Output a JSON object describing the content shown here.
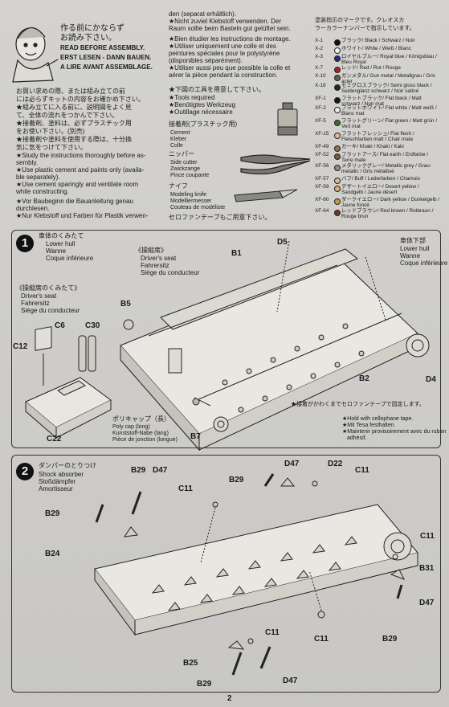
{
  "intro": {
    "jp_title_1": "作る前にかならず",
    "jp_title_2": "お読み下さい。",
    "en": "READ BEFORE ASSEMBLY.",
    "de": "ERST LESEN - DANN BAUEN.",
    "fr": "A LIRE AVANT ASSEMBLAGE.",
    "jp_body": [
      "お買い求めの際、または組み立ての前",
      "には必らずキットの内容をお確かめ下さい。",
      "★組み立てに入る前に、説明図をよく見",
      "て、全体の流れをつかんで下さい。",
      "★接着剤、塗料は、必ずプラスチック用",
      "をお使い下さい。(別売)",
      "★接着剤や塗料を使用する際は、十分換",
      "気に気をつけて下さい。"
    ],
    "en_body": [
      "★Study the instructions thoroughly before as-",
      "sembly.",
      "★Use plastic cement and paints only (availa-",
      "ble separately).",
      "★Use cement sparingly and ventilate room",
      "while constructing."
    ],
    "de_body": [
      "★Vor Baubeginn die Bauanleitung genau",
      "durchlesen.",
      "★Nur Klebstoff und Farben für Plastik verwen-"
    ]
  },
  "middle": {
    "de_cont": [
      "den (separat erhältlich).",
      "★Nicht zuviel Klebstoff verwenden. Der",
      "Raum sollte beim Basteln gut gelüftet sein."
    ],
    "fr_body": [
      "★Bien étudier les instructions de montage.",
      "★Utiliser uniquement une colle et des",
      "peintures spéciales pour le polystyrène",
      "(disponibles séparément).",
      "★Utiliser aussi peu que possible la colle et",
      "aérer la pièce pendant la construction."
    ],
    "tools_jp": "★下図の工具を用意して下さい。",
    "tools_en": "★Tools required",
    "tools_de": "★Benötigtes Werkzeug",
    "tools_fr": "★Outillage nécessaire",
    "cement_jp": "接着剤(プラスチック用)",
    "cement_en": "Cement",
    "cement_de": "Kleber",
    "cement_fr": "Colle",
    "cutter_jp": "ニッパー",
    "cutter_en": "Side cutter",
    "cutter_de": "Zwickzange",
    "cutter_fr": "Pince coupante",
    "knife_jp": "ナイフ",
    "knife_en": "Modeling knife",
    "knife_de": "Modelliermesser",
    "knife_fr": "Couteau de modéliste",
    "tape_jp": "セロファンテープもご用意下さい。"
  },
  "paints": {
    "header_1": "塗装指示のマークです。クレオスカ",
    "header_2": "ラーカラーナンバーで指示しています。",
    "rows": [
      {
        "code": "X-1",
        "color": "#111111",
        "name": "ブラック/ Black / Schwarz / Noir"
      },
      {
        "code": "X-2",
        "color": "#f4f4f4",
        "name": "ホワイト/ White / Weiß / Blanc"
      },
      {
        "code": "X-3",
        "color": "#1c2f8a",
        "name": "ロイヤルブルー/ Royal blue / Königsblau / Bleu Royal"
      },
      {
        "code": "X-7",
        "color": "#b51f1f",
        "name": "レッド/ Red / Rot / Rouge"
      },
      {
        "code": "X-10",
        "color": "#5f625c",
        "name": "ガンメタル/ Gun metal / Metallgrau / Gris acier"
      },
      {
        "code": "X-18",
        "color": "#262626",
        "name": "セミグロスブラック/ Semi gloss black / Seidenglanz schwarz / Noir satiné"
      },
      {
        "code": "XF-1",
        "color": "#151515",
        "name": "フラットブラック/ Flat black / Matt schwarz / Noir mat"
      },
      {
        "code": "XF-2",
        "color": "#ededed",
        "name": "フラットホワイト/ Flat white / Matt weiß / Blanc mat"
      },
      {
        "code": "XF-5",
        "color": "#3f6a34",
        "name": "フラットグリーン/ Flat green / Matt grün / Vert mat"
      },
      {
        "code": "XF-15",
        "color": "#e3b896",
        "name": "フラットフレッシュ/ Flat flesh / Fleischfarben matt / Chair mate"
      },
      {
        "code": "XF-49",
        "color": "#8a7a4a",
        "name": "カーキ/ Khaki / Khaki / Kaki"
      },
      {
        "code": "XF-52",
        "color": "#7a5a3a",
        "name": "フラットアース/ Flat earth / Erdfarbe / Terre mate"
      },
      {
        "code": "XF-56",
        "color": "#8c8c8c",
        "name": "メタリックグレー/ Metallic grey / Grau-metallic / Gris métallisé"
      },
      {
        "code": "XF-57",
        "color": "#d8c08a",
        "name": "バフ/ Buff / Lederfarben / Chamois"
      },
      {
        "code": "XF-59",
        "color": "#d4b06a",
        "name": "デザートイエロー/ Desert yellow / Sandgelb / Jaune désert"
      },
      {
        "code": "XF-60",
        "color": "#c79c3a",
        "name": "ダークイエロー/ Dark yellow / Dunkelgelb / Jaune foncé"
      },
      {
        "code": "XF-64",
        "color": "#6b3a26",
        "name": "レッドブラウン/ Red brown / Rotbraun / Rouge brun"
      }
    ]
  },
  "step1": {
    "number": "1",
    "title_jp": "車体のくみたて",
    "title_en": "Lower hull",
    "title_de": "Wanne",
    "title_fr": "Coque inférieure",
    "seat_jp": "《操縦席》",
    "seat_en": "Driver's seat",
    "seat_de": "Fahrersitz",
    "seat_fr": "Siège du conducteur",
    "seat2_jp": "《操縦席のくみたて》",
    "seat2_en": "Driver's seat",
    "seat2_de": "Fahrersitz",
    "seat2_fr": "Siège du conducteur",
    "hull_jp": "車体下部",
    "hull_en": "Lower hull",
    "hull_de": "Wanne",
    "hull_fr": "Coque inférieure",
    "poly_jp": "ポリキャップ（長）",
    "poly_en": "Poly cap (long)",
    "poly_de": "Kunststoff-Nabe (lang)",
    "poly_fr": "Pièce de jonction (longue)",
    "tape_jp": "★接着がかわくまでセロファンテープで固定します。",
    "tape_en": "★Hold with cellophane tape.",
    "tape_de": "★Mit Tesa festhalten.",
    "tape_fr_1": "★Maintenir provisoirement avec du ruban",
    "tape_fr_2": "adhésif.",
    "parts": {
      "b1": "B1",
      "b2": "B2",
      "b5": "B5",
      "b7": "B7",
      "c6": "C6",
      "c30": "C30",
      "c12": "C12",
      "c22": "C22",
      "d4": "D4",
      "d5": "D5"
    }
  },
  "step2": {
    "number": "2",
    "title_jp": "ダンパーのとりつけ",
    "title_en": "Shock absorber",
    "title_de": "Stoßdämpfer",
    "title_fr": "Amortisseur",
    "parts": {
      "b29a": "B29",
      "d47a": "D47",
      "c11a": "C11",
      "b29b": "B29",
      "d47b": "D47",
      "d22": "D22",
      "c11b": "C11",
      "b29c": "B29",
      "b24": "B24",
      "c11c": "C11",
      "b31": "B31",
      "d47c": "D47",
      "c11d": "C11",
      "b29d": "B29",
      "c11e": "C11",
      "b25": "B25",
      "b29e": "B29",
      "d47d": "D47"
    }
  },
  "page_number": "2"
}
